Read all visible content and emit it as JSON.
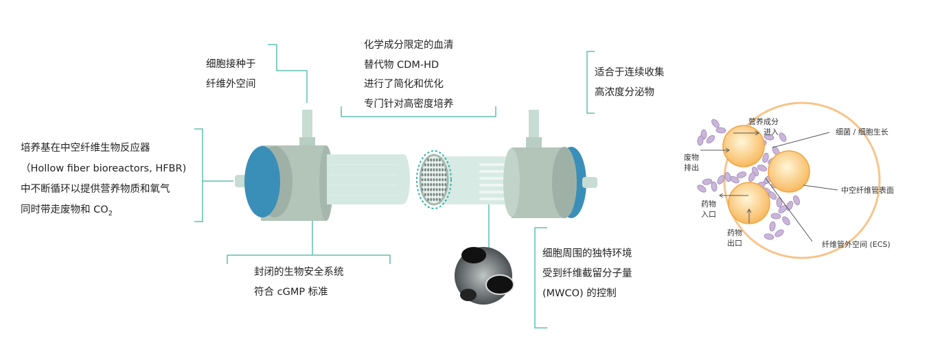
{
  "labels": {
    "seeding": [
      "细胞接种于",
      "纤维外空间"
    ],
    "serum": [
      "化学成分限定的血清",
      "替代物 CDM-HD",
      "进行了简化和优化",
      "专门针对高密度培养"
    ],
    "harvest": [
      "适合于连续收集",
      "高浓度分泌物"
    ],
    "medium": [
      "培养基在中空纤维生物反应器",
      "（Hollow fiber bioreactors, HFBR)",
      "中不断循环以提供营养物质和氧气",
      "同时带走废物和 CO",
      "2"
    ],
    "closed": [
      "封闭的生物安全系统",
      "符合 cGMP 标准"
    ],
    "environment": [
      "细胞周围的独特环境",
      "受到纤维截留分子量",
      "(MWCO) 的控制"
    ]
  },
  "cross_section": {
    "nutrients_in": [
      "营养成分",
      "进入"
    ],
    "cell_growth": "细菌 / 细胞生长",
    "waste_out": [
      "废物",
      "排出"
    ],
    "fiber_surface": "中空纤维管表面",
    "drug_in": [
      "药物",
      "入口"
    ],
    "drug_out": [
      "药物",
      "出口"
    ],
    "ecs": "纤维管外空间 (ECS)"
  },
  "colors": {
    "bracket": "#5bbfae",
    "cap": "#3a8fb8",
    "housing": "#b3c4b9",
    "fiber": "#f7b75a",
    "cell": "#c9b6d9"
  }
}
